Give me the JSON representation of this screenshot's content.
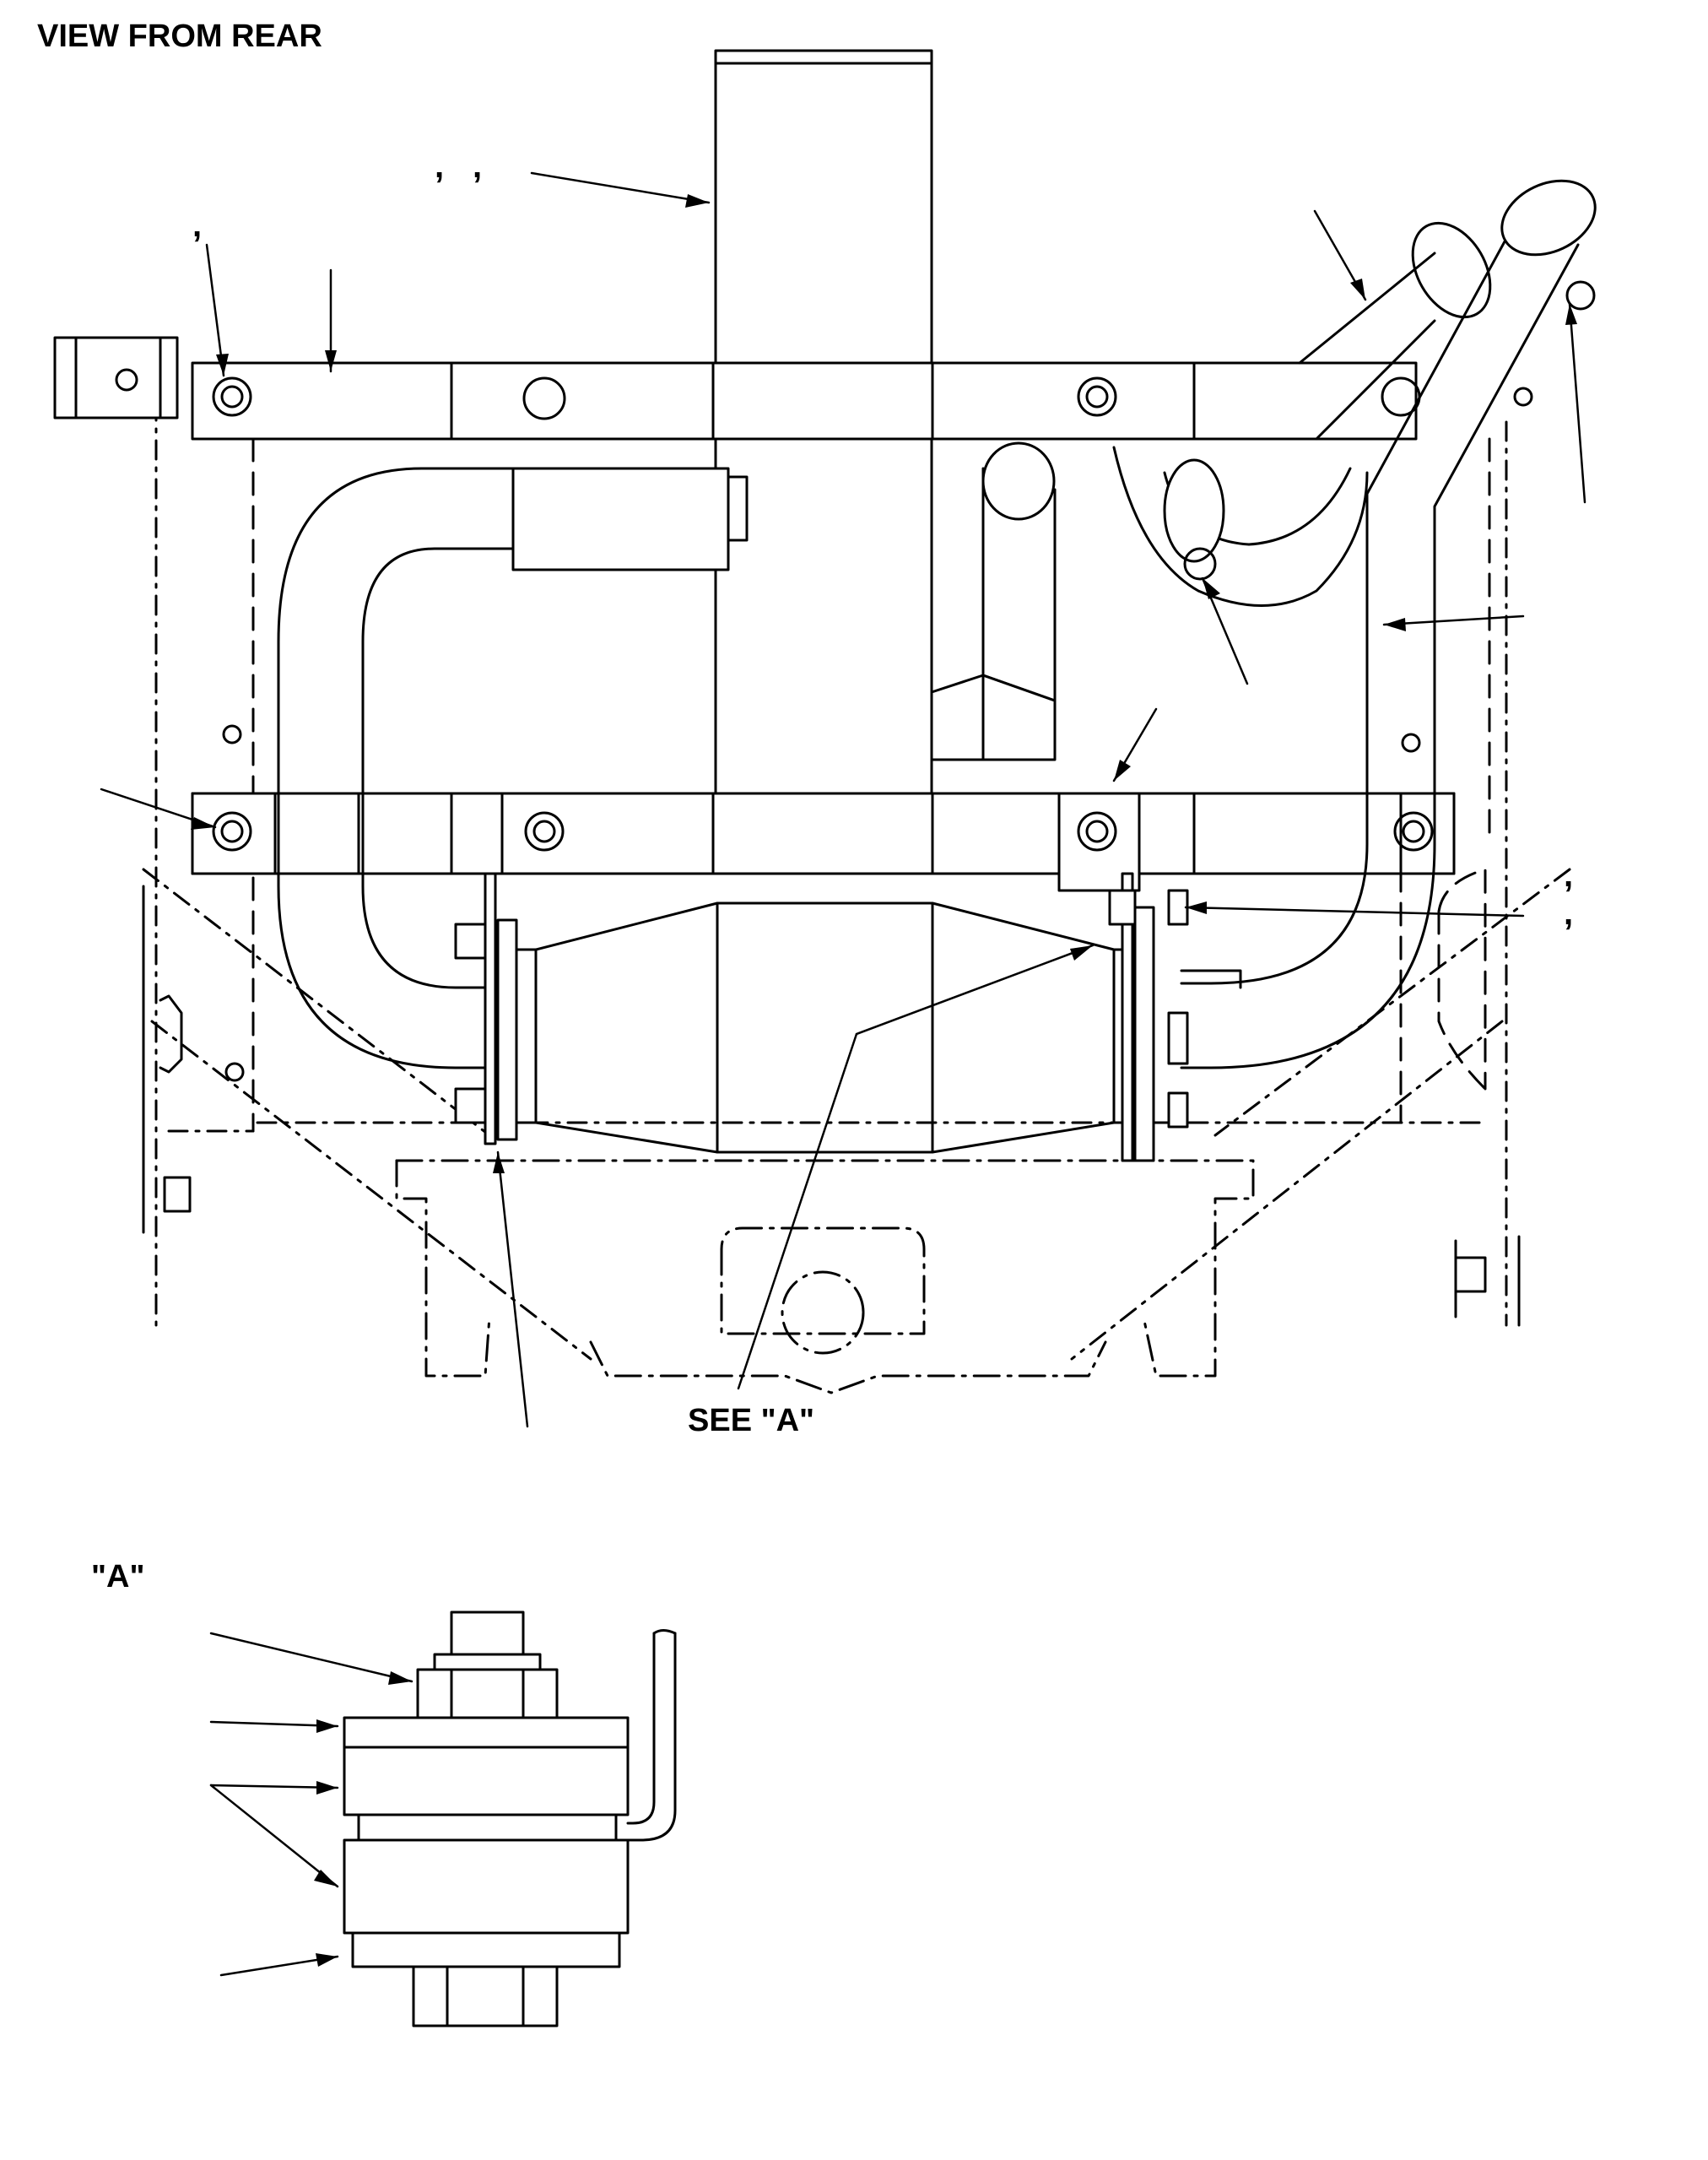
{
  "diagram": {
    "title": "VIEW FROM REAR",
    "see_callout": "SEE \"A\"",
    "detail_label": "\"A\"",
    "comma_marks": [
      ",",
      ",",
      ",",
      ",",
      ","
    ]
  },
  "colors": {
    "ink": "#000000",
    "paper": "#ffffff"
  }
}
